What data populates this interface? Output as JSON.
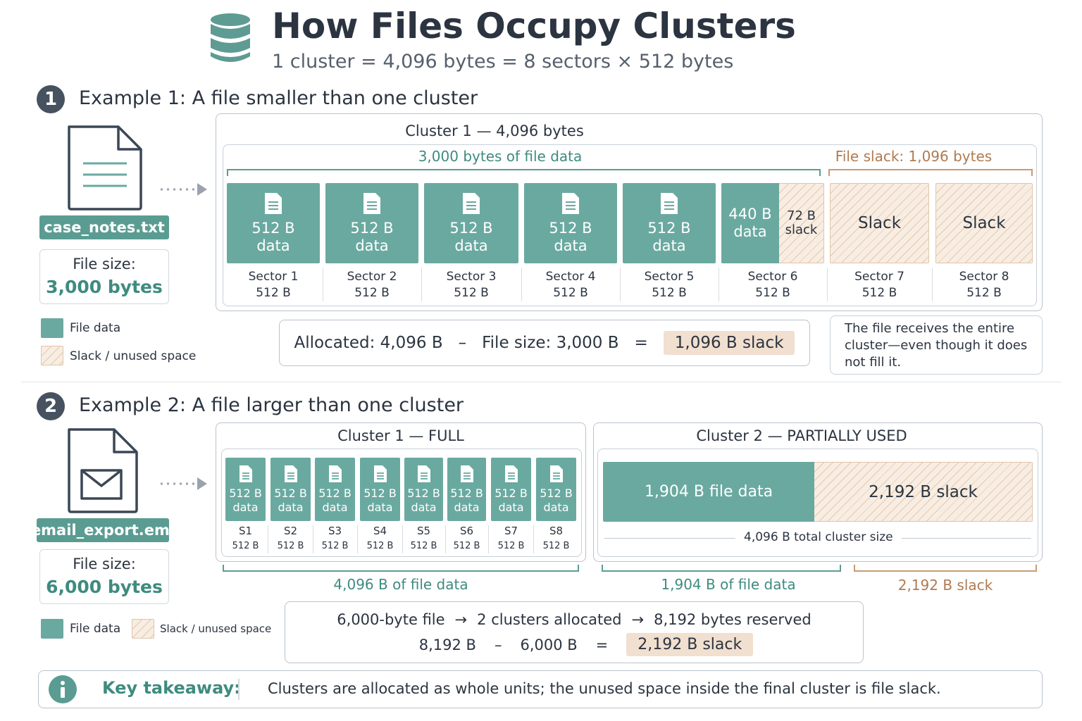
{
  "header": {
    "title": "How Files Occupy Clusters",
    "subtitle": "1 cluster = 4,096 bytes = 8 sectors × 512 bytes",
    "icon": "database-icon"
  },
  "example1": {
    "number": "1",
    "title": "Example 1:  A file smaller than one cluster",
    "file_icon": "text-file-icon",
    "file_name": "case_notes.txt",
    "file_size_label": "File size:",
    "file_size_value": "3,000 bytes",
    "legend": {
      "data": "File data",
      "slack": "Slack / unused space"
    },
    "cluster_title": "Cluster 1 — 4,096 bytes",
    "data_brace_label": "3,000 bytes of file data",
    "slack_brace_label": "File slack: 1,096 bytes",
    "sectors": [
      {
        "line1": "512 B",
        "line2": "data",
        "name": "Sector 1",
        "size": "512 B"
      },
      {
        "line1": "512 B",
        "line2": "data",
        "name": "Sector 2",
        "size": "512 B"
      },
      {
        "line1": "512 B",
        "line2": "data",
        "name": "Sector 3",
        "size": "512 B"
      },
      {
        "line1": "512 B",
        "line2": "data",
        "name": "Sector 4",
        "size": "512 B"
      },
      {
        "line1": "512 B",
        "line2": "data",
        "name": "Sector 5",
        "size": "512 B"
      }
    ],
    "sector6": {
      "data1": "440 B",
      "data2": "data",
      "slack1": "72 B",
      "slack2": "slack",
      "name": "Sector 6",
      "size": "512 B"
    },
    "sector7": {
      "label": "Slack",
      "name": "Sector 7",
      "size": "512 B"
    },
    "sector8": {
      "label": "Slack",
      "name": "Sector 8",
      "size": "512 B"
    },
    "calc": {
      "allocated": "Allocated: 4,096 B",
      "minus": "–",
      "file_size": "File size: 3,000 B",
      "equals": "=",
      "result": "1,096 B slack"
    },
    "note": "The file receives the entire cluster—even though it does not fill it."
  },
  "example2": {
    "number": "2",
    "title": "Example 2:  A file larger than one cluster",
    "file_icon": "envelope-file-icon",
    "file_name": "email_export.eml",
    "file_size_label": "File size:",
    "file_size_value": "6,000 bytes",
    "legend": {
      "data": "File data",
      "slack": "Slack / unused space"
    },
    "cluster1_title": "Cluster 1 — FULL",
    "cluster1_sectors": [
      {
        "line1": "512 B",
        "line2": "data",
        "name": "S1",
        "size": "512 B"
      },
      {
        "line1": "512 B",
        "line2": "data",
        "name": "S2",
        "size": "512 B"
      },
      {
        "line1": "512 B",
        "line2": "data",
        "name": "S3",
        "size": "512 B"
      },
      {
        "line1": "512 B",
        "line2": "data",
        "name": "S4",
        "size": "512 B"
      },
      {
        "line1": "512 B",
        "line2": "data",
        "name": "S5",
        "size": "512 B"
      },
      {
        "line1": "512 B",
        "line2": "data",
        "name": "S6",
        "size": "512 B"
      },
      {
        "line1": "512 B",
        "line2": "data",
        "name": "S7",
        "size": "512 B"
      },
      {
        "line1": "512 B",
        "line2": "data",
        "name": "S8",
        "size": "512 B"
      }
    ],
    "cluster1_brace_label": "4,096 B of file data",
    "cluster2_title": "Cluster 2 — PARTIALLY USED",
    "cluster2_data": "1,904 B file data",
    "cluster2_slack": "2,192 B slack",
    "cluster2_total": "4,096 B total cluster size",
    "cluster2_data_brace": "1,904 B of file data",
    "cluster2_slack_brace": "2,192 B slack",
    "calc": {
      "line1_a": "6,000-byte file",
      "arrow": "→",
      "line1_b": "2 clusters allocated",
      "line1_c": "8,192 bytes reserved",
      "line2_a": "8,192 B",
      "minus": "–",
      "line2_b": "6,000 B",
      "equals": "=",
      "result": "2,192 B slack"
    }
  },
  "takeaway": {
    "icon": "info-icon",
    "label": "Key takeaway:",
    "text": "Clusters are allocated as whole units; the unused space inside the final cluster is file slack."
  }
}
